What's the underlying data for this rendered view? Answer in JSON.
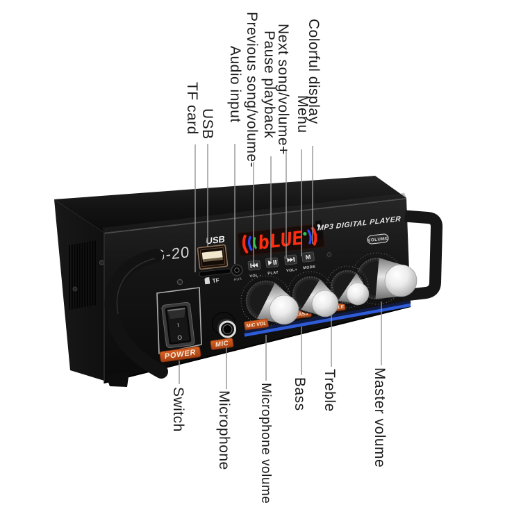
{
  "callouts": {
    "top": [
      {
        "label": "TF card"
      },
      {
        "label": "USB"
      },
      {
        "label": "Audio input"
      },
      {
        "label": "Previous song/volume-"
      },
      {
        "label": "Pause playback"
      },
      {
        "label": "Next song/volume+"
      },
      {
        "label": "Menu"
      },
      {
        "label": "Colorful display"
      }
    ],
    "bottom": [
      {
        "label": "Switch"
      },
      {
        "label": "Microphone"
      },
      {
        "label": "Microphone volume"
      },
      {
        "label": "Bass"
      },
      {
        "label": "Treble"
      },
      {
        "label": "Master volume"
      }
    ]
  },
  "device": {
    "model": "G-20",
    "brand_text": "MP3 DIGITAL PLAYER",
    "display_text": "bLUE",
    "usb_label": "USB",
    "tf_label": "TF",
    "aux_label": "AUX",
    "volume_badge": "VOLUME",
    "buttons": [
      {
        "name": "previous",
        "icon": "skip-back-icon",
        "label": "VOL -"
      },
      {
        "name": "play-pause",
        "icon": "play-pause-icon",
        "label": "PLAY"
      },
      {
        "name": "next",
        "icon": "skip-forward-icon",
        "label": "VOL+"
      },
      {
        "name": "mode",
        "icon": "letter-m-icon",
        "icon_text": "M",
        "label": "MODE"
      }
    ],
    "knob_labels": {
      "mic": "MIC VOL",
      "bass": "BASS",
      "treble": "TREBLE"
    },
    "power_label": "POWER",
    "mic_label": "MIC",
    "switch_marks": {
      "on": "I",
      "off": "O"
    }
  },
  "colors": {
    "accent_orange": "#c2521d",
    "stripe_blue": "#2e5cd9",
    "display_red": "#ff2d12",
    "arc_blue": "#2f49ff",
    "arc_green": "#2ec24e",
    "chassis_black": "#141414"
  }
}
